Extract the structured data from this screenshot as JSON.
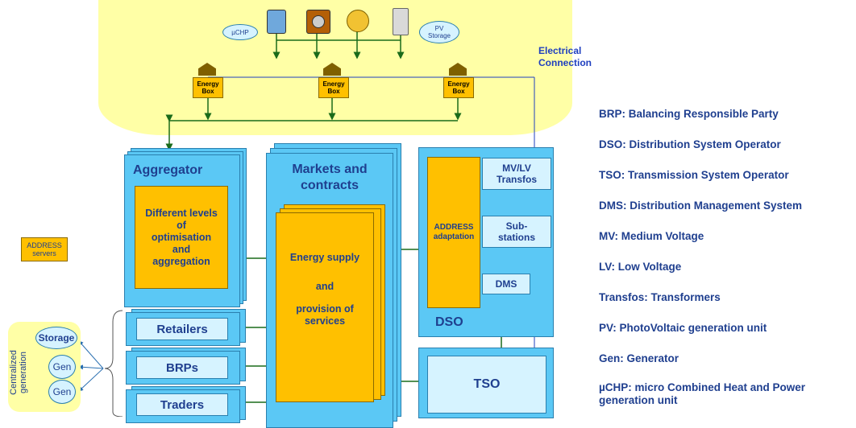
{
  "top_area": {
    "uchp_label": "µCHP",
    "pv_storage_label": "PV\nStorage",
    "electrical_connection": "Electrical\nConnection",
    "energy_box_label": "Energy\nBox",
    "appliance_icons": [
      "battery-icon",
      "washing-machine-icon",
      "heater-icon",
      "fridge-icon"
    ]
  },
  "aggregator": {
    "title": "Aggregator",
    "inner": "Different levels\nof\noptimisation\nand\naggregation"
  },
  "markets": {
    "title": "Markets and\ncontracts",
    "inner_1": "Energy supply",
    "inner_2": "and",
    "inner_3": "provision of\nservices"
  },
  "dso": {
    "title": "DSO",
    "adaptation": "ADDRESS\nadaptation",
    "mvlv": "MV/LV\nTransfos",
    "substations": "Sub-\nstations",
    "dms": "DMS"
  },
  "tso": {
    "title": "TSO"
  },
  "participants": [
    "Retailers",
    "BRPs",
    "Traders"
  ],
  "address_servers": "ADDRESS\nservers",
  "centralized": {
    "label": "Centralized\ngeneration",
    "storage": "Storage",
    "gen1": "Gen",
    "gen2": "Gen"
  },
  "legend": [
    "BRP: Balancing Responsible Party",
    "DSO: Distribution System Operator",
    "TSO: Transmission System Operator",
    "DMS: Distribution Management System",
    "MV: Medium Voltage",
    "LV: Low Voltage",
    "Transfos: Transformers",
    "PV: PhotoVoltaic generation unit",
    "Gen: Generator",
    "µCHP: micro Combined Heat and Power\ngeneration unit"
  ],
  "colors": {
    "yellow": "#ffc000",
    "blue": "#5bc8f5",
    "light": "#d6f3ff",
    "arrow": "#1a6b1a",
    "text": "#1f3f8f"
  }
}
